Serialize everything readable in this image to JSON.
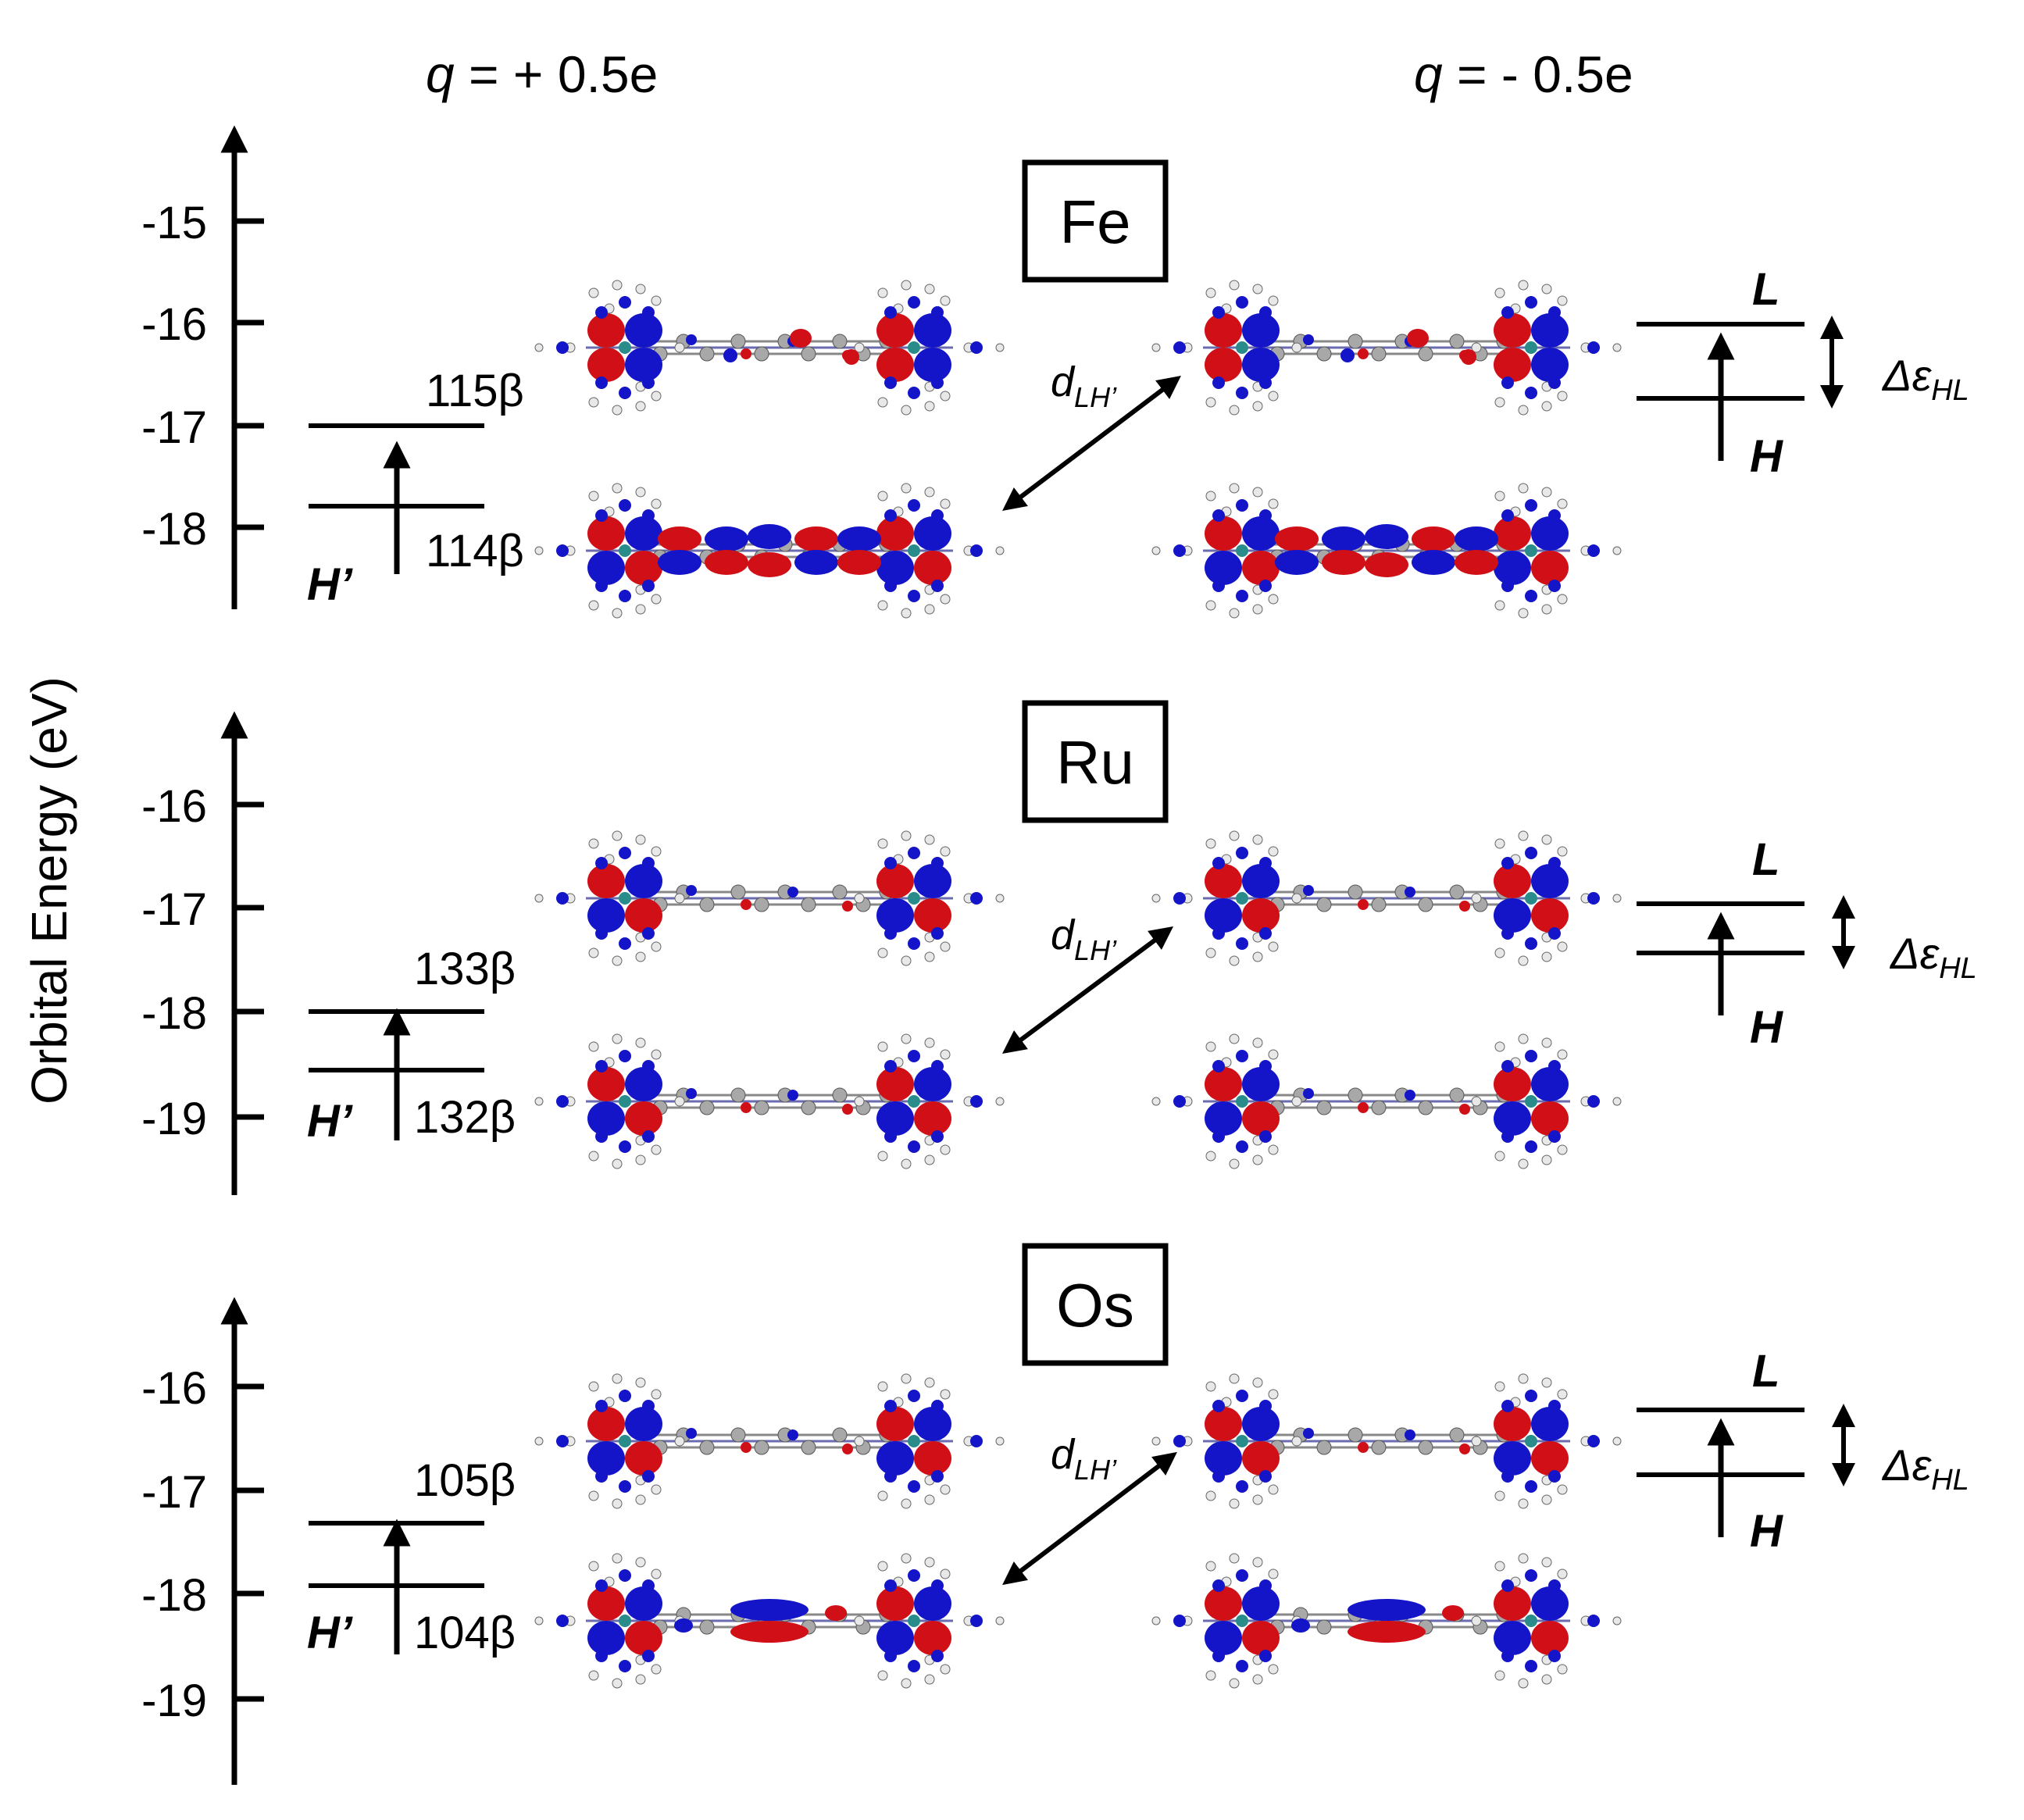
{
  "header": {
    "left_charge": {
      "symbol": "q",
      "value": " = + 0.5e"
    },
    "right_charge": {
      "symbol": "q",
      "value": " = - 0.5e"
    }
  },
  "y_axis_label": "Orbital Energy  (eV)",
  "colors": {
    "positive_lobe": "#d10f17",
    "negative_lobe": "#1414c8",
    "carbon": "#a8a8a8",
    "hydrogen": "#e8e8e8",
    "metal": "#2a8b8b"
  },
  "panels": [
    {
      "metal": "Fe",
      "ticks": [
        "-15",
        "-16",
        "-17",
        "-18"
      ],
      "upper_level": "115β",
      "lower_level": "114β",
      "h_prime": "H’",
      "d_label": "d",
      "d_sub": "LH’",
      "L": "L",
      "H": "H",
      "delta": "Δε",
      "delta_sub": "HL"
    },
    {
      "metal": "Ru",
      "ticks": [
        "-16",
        "-17",
        "-18",
        "-19"
      ],
      "upper_level": "133β",
      "lower_level": "132β",
      "h_prime": "H’",
      "d_label": "d",
      "d_sub": "LH’",
      "L": "L",
      "H": "H",
      "delta": "Δε",
      "delta_sub": "HL"
    },
    {
      "metal": "Os",
      "ticks": [
        "-16",
        "-17",
        "-18",
        "-19"
      ],
      "upper_level": "105β",
      "lower_level": "104β",
      "h_prime": "H’",
      "d_label": "d",
      "d_sub": "LH’",
      "L": "L",
      "H": "H",
      "delta": "Δε",
      "delta_sub": "HL"
    }
  ]
}
